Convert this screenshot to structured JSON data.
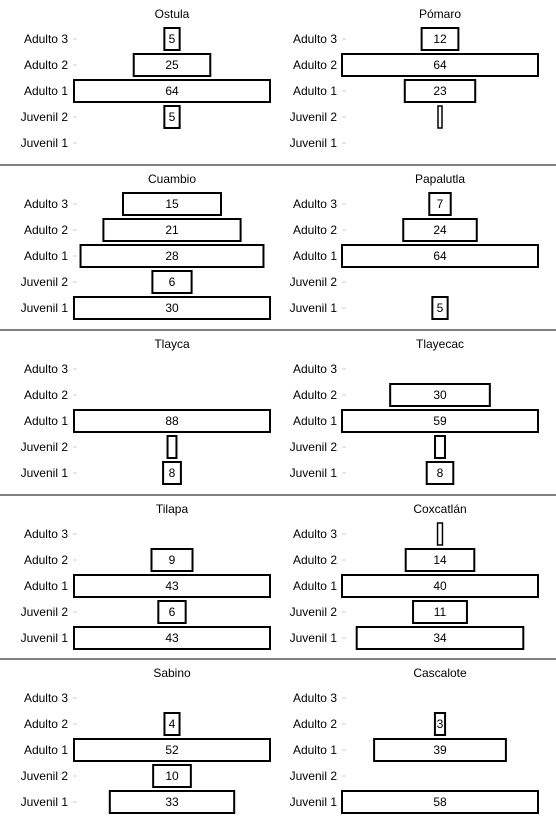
{
  "categories": [
    "Adulto 3",
    "Adulto 2",
    "Adulto 1",
    "Juvenil 2",
    "Juvenil 1"
  ],
  "chart_data": [
    {
      "type": "bar",
      "title": "Ostula",
      "categories": [
        "Adulto 3",
        "Adulto 2",
        "Adulto 1",
        "Juvenil 2",
        "Juvenil 1"
      ],
      "values": [
        5,
        25,
        64,
        5,
        0
      ]
    },
    {
      "type": "bar",
      "title": "Pómaro",
      "categories": [
        "Adulto 3",
        "Adulto 2",
        "Adulto 1",
        "Juvenil 2",
        "Juvenil 1"
      ],
      "values": [
        12,
        64,
        23,
        1,
        0
      ]
    },
    {
      "type": "bar",
      "title": "Cuambio",
      "categories": [
        "Adulto 3",
        "Adulto 2",
        "Adulto 1",
        "Juvenil 2",
        "Juvenil 1"
      ],
      "values": [
        15,
        21,
        28,
        6,
        30
      ]
    },
    {
      "type": "bar",
      "title": "Papalutla",
      "categories": [
        "Adulto 3",
        "Adulto 2",
        "Adulto 1",
        "Juvenil 2",
        "Juvenil 1"
      ],
      "values": [
        7,
        24,
        64,
        0,
        5
      ]
    },
    {
      "type": "bar",
      "title": "Tlayca",
      "categories": [
        "Adulto 3",
        "Adulto 2",
        "Adulto 1",
        "Juvenil 2",
        "Juvenil 1"
      ],
      "values": [
        0,
        0,
        88,
        4,
        8
      ]
    },
    {
      "type": "bar",
      "title": "Tlayecac",
      "categories": [
        "Adulto 3",
        "Adulto 2",
        "Adulto 1",
        "Juvenil 2",
        "Juvenil 1"
      ],
      "values": [
        0,
        30,
        59,
        3,
        8
      ]
    },
    {
      "type": "bar",
      "title": "Tilapa",
      "categories": [
        "Adulto 3",
        "Adulto 2",
        "Adulto 1",
        "Juvenil 2",
        "Juvenil 1"
      ],
      "values": [
        0,
        9,
        43,
        6,
        43
      ]
    },
    {
      "type": "bar",
      "title": "Coxcatlán",
      "categories": [
        "Adulto 3",
        "Adulto 2",
        "Adulto 1",
        "Juvenil 2",
        "Juvenil 1"
      ],
      "values": [
        1,
        14,
        40,
        11,
        34
      ]
    },
    {
      "type": "bar",
      "title": "Sabino",
      "categories": [
        "Adulto 3",
        "Adulto 2",
        "Adulto 1",
        "Juvenil 2",
        "Juvenil 1"
      ],
      "values": [
        0,
        4,
        52,
        10,
        33
      ]
    },
    {
      "type": "bar",
      "title": "Cascalote",
      "categories": [
        "Adulto 3",
        "Adulto 2",
        "Adulto 1",
        "Juvenil 2",
        "Juvenil 1"
      ],
      "values": [
        0,
        3,
        39,
        0,
        58
      ]
    }
  ]
}
